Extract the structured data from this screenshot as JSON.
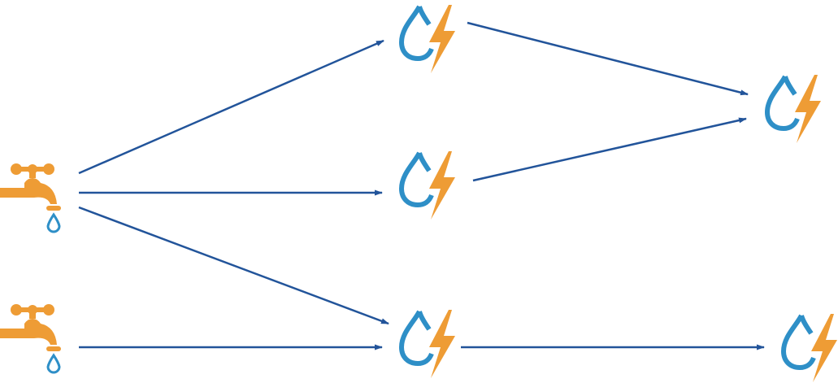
{
  "colors": {
    "faucet": "#EE9C35",
    "water": "#2E8FC7",
    "bolt": "#EE9C35",
    "edge": "#22549A"
  },
  "nodes": [
    {
      "id": "source-1",
      "icon": "faucet-icon"
    },
    {
      "id": "source-2",
      "icon": "faucet-icon"
    },
    {
      "id": "hydro-1",
      "icon": "hydropower-icon"
    },
    {
      "id": "hydro-2",
      "icon": "hydropower-icon"
    },
    {
      "id": "hydro-3",
      "icon": "hydropower-icon"
    },
    {
      "id": "hydro-4",
      "icon": "hydropower-icon"
    },
    {
      "id": "hydro-5",
      "icon": "hydropower-icon"
    }
  ],
  "edges": [
    {
      "from": "source-1",
      "to": "hydro-1"
    },
    {
      "from": "source-1",
      "to": "hydro-2"
    },
    {
      "from": "source-1",
      "to": "hydro-3"
    },
    {
      "from": "source-2",
      "to": "hydro-3"
    },
    {
      "from": "hydro-1",
      "to": "hydro-4"
    },
    {
      "from": "hydro-2",
      "to": "hydro-4"
    },
    {
      "from": "hydro-3",
      "to": "hydro-5"
    }
  ]
}
